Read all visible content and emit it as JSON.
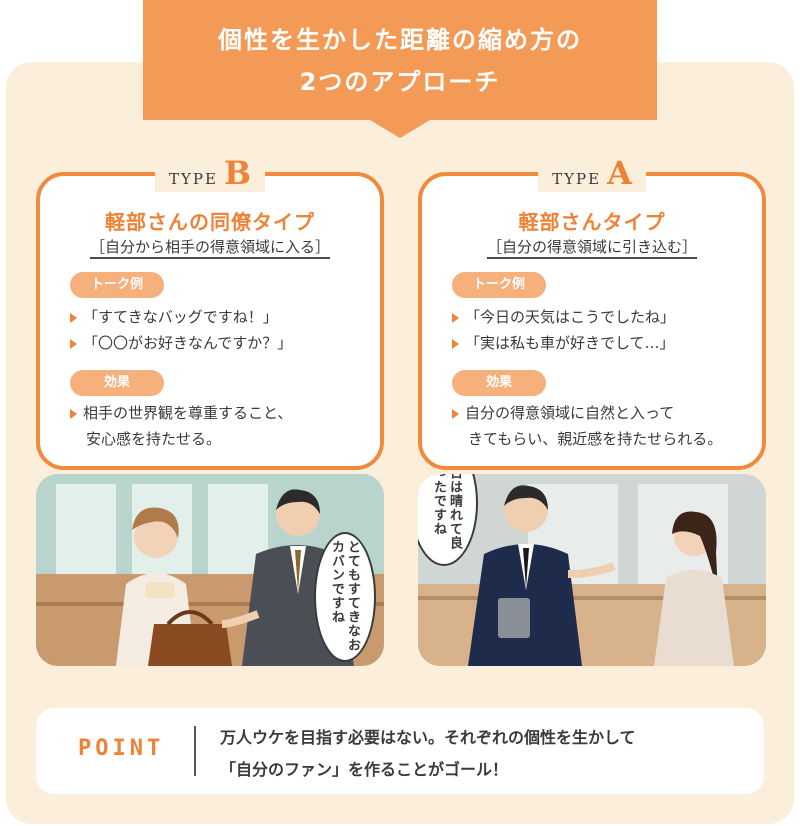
{
  "banner": {
    "line1": "個性を生かした距離の縮め方の",
    "line2": "2つのアプローチ"
  },
  "type_word": "TYPE",
  "cards": [
    {
      "letter": "B",
      "title": "軽部さんの同僚タイプ",
      "subtitle": "［自分から相手の得意領域に入る］",
      "talk_label": "トーク例",
      "talk": [
        "「すてきなバッグですね！」",
        "「〇〇がお好きなんですか？」"
      ],
      "effect_label": "効果",
      "effect": [
        "相手の世界観を尊重すること、",
        "安心感を持たせる。"
      ]
    },
    {
      "letter": "A",
      "title": "軽部さんタイプ",
      "subtitle": "［自分の得意領域に引き込む］",
      "talk_label": "トーク例",
      "talk": [
        "「今日の天気はこうでしたね」",
        "「実は私も車が好きでして…」"
      ],
      "effect_label": "効果",
      "effect": [
        "自分の得意領域に自然と入って",
        "きてもらい、親近感を持たせられる。"
      ]
    }
  ],
  "bubbles": {
    "left": "とてもすてきなおカバンですね",
    "right": "今日は晴れて良かったですね"
  },
  "point": {
    "label": "POINT",
    "line1": "万人ウケを目指す必要はない。それぞれの個性を生かして",
    "line2": "「自分のファン」を作ることがゴール！"
  },
  "colors": {
    "accent": "#ee8236",
    "banner": "#f29a56",
    "panel": "#fbeeda",
    "pill": "#f5b07c"
  }
}
